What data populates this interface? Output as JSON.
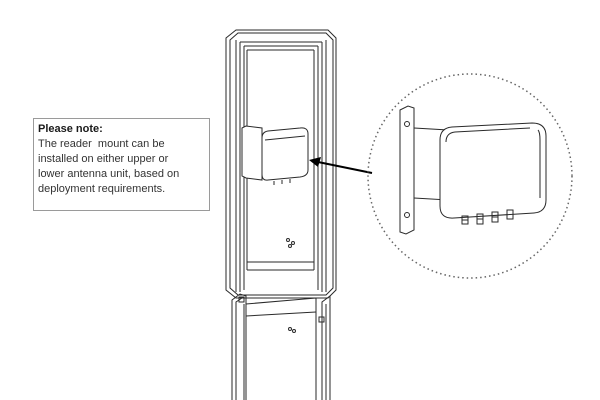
{
  "note": {
    "title": "Please note:",
    "lines": [
      "The reader  mount can be",
      "installed on either upper or",
      "lower antenna unit, based on",
      "deployment requirements."
    ]
  },
  "colors": {
    "line": "#2a2a2a",
    "fill": "#ffffff",
    "dotted_circle": "#666666",
    "arrow": "#000000"
  }
}
